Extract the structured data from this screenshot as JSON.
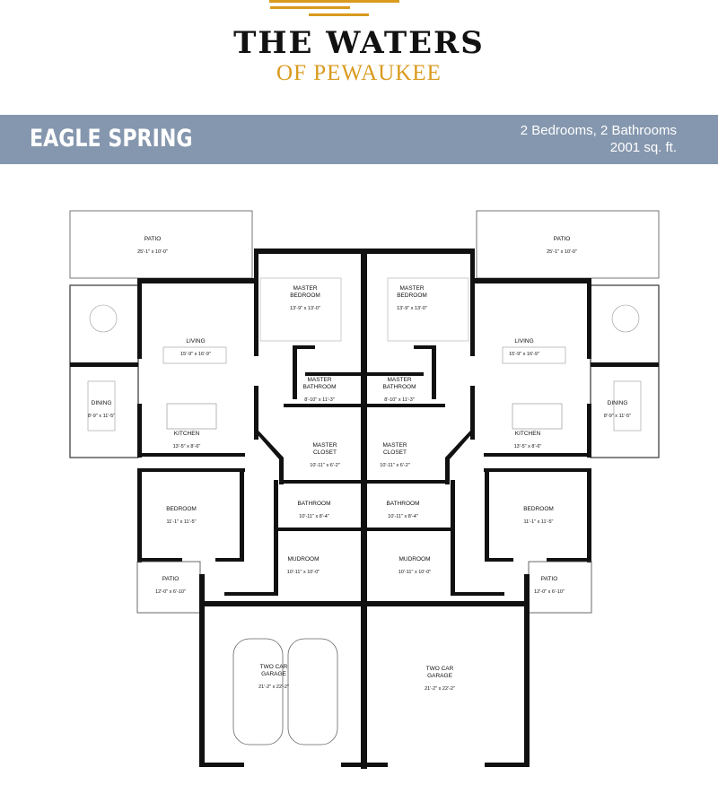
{
  "logo": {
    "line1": "THE WATERS",
    "line2": "OF PEWAUKEE"
  },
  "header": {
    "model_name": "EAGLE SPRING",
    "beds_baths": "2 Bedrooms, 2 Bathrooms",
    "area": "2001 sq. ft."
  },
  "colors": {
    "header_bg": "#8597ae",
    "gold": "#d99a1e"
  },
  "rooms_left": [
    {
      "name": "PATIO",
      "dims": "25'-1\" x 10'-0\""
    },
    {
      "name": "MASTER BEDROOM",
      "dims": "13'-9\" x 13'-0\""
    },
    {
      "name": "LIVING",
      "dims": "15'-9\" x 16'-9\""
    },
    {
      "name": "DINING",
      "dims": "8'-9\" x 11'-5\""
    },
    {
      "name": "KITCHEN",
      "dims": "13'-5\" x 8'-6\""
    },
    {
      "name": "MASTER BATHROOM",
      "dims": "8'-10\" x 11'-3\""
    },
    {
      "name": "MASTER CLOSET",
      "dims": "10'-11\" x 6'-2\""
    },
    {
      "name": "BATHROOM",
      "dims": "10'-11\" x 8'-4\""
    },
    {
      "name": "BEDROOM",
      "dims": "11'-1\" x 11'-5\""
    },
    {
      "name": "MUDROOM",
      "dims": "10'-11\" x 10'-0\""
    },
    {
      "name": "PATIO",
      "dims": "12'-0\" x 6'-10\""
    },
    {
      "name": "TWO CAR GARAGE",
      "dims": "21'-2\" x 22'-2\""
    }
  ],
  "rooms_right": [
    {
      "name": "PATIO",
      "dims": "25'-1\" x 10'-0\""
    },
    {
      "name": "MASTER BEDROOM",
      "dims": "13'-9\" x 13'-0\""
    },
    {
      "name": "LIVING",
      "dims": "15'-9\" x 16'-9\""
    },
    {
      "name": "DINING",
      "dims": "8'-9\" x 11'-5\""
    },
    {
      "name": "KITCHEN",
      "dims": "13'-5\" x 8'-6\""
    },
    {
      "name": "MASTER BATHROOM",
      "dims": "8'-10\" x 11'-3\""
    },
    {
      "name": "MASTER CLOSET",
      "dims": "10'-11\" x 6'-2\""
    },
    {
      "name": "BATHROOM",
      "dims": "10'-11\" x 8'-4\""
    },
    {
      "name": "BEDROOM",
      "dims": "11'-1\" x 11'-5\""
    },
    {
      "name": "MUDROOM",
      "dims": "10'-11\" x 10'-0\""
    },
    {
      "name": "PATIO",
      "dims": "12'-0\" x 6'-10\""
    },
    {
      "name": "TWO CAR GARAGE",
      "dims": "21'-2\" x 22'-2\""
    }
  ]
}
